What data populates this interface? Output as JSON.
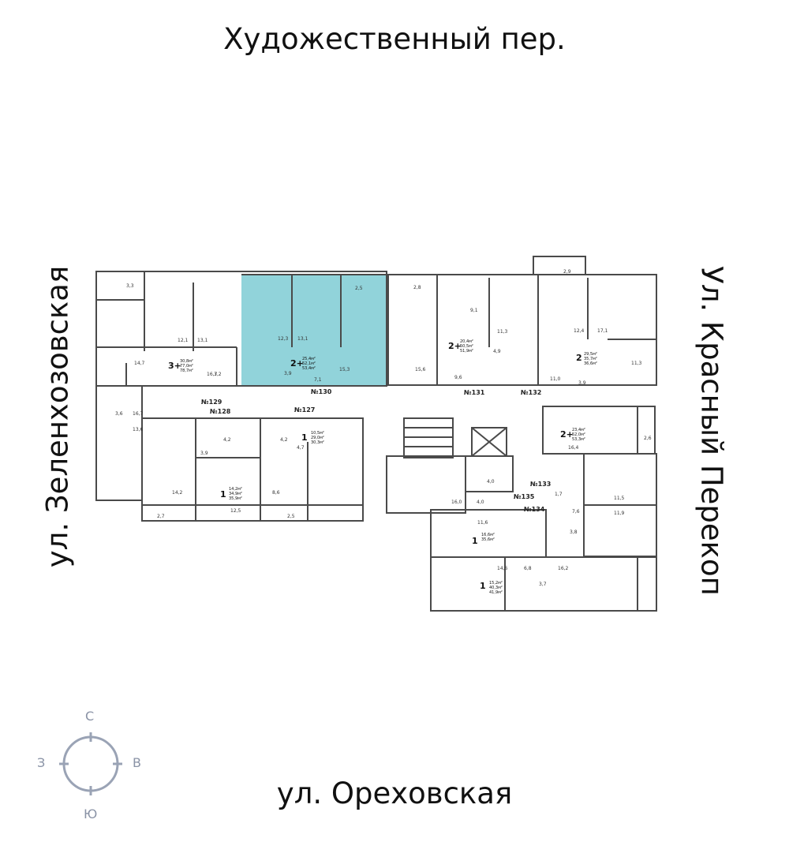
{
  "streets": {
    "top": "Художественный пер.",
    "left": "ул. Зеленхозовская",
    "right": "Ул. Красный Перекоп",
    "bottom": "ул. Ореховская"
  },
  "compass": {
    "north": "С",
    "south": "Ю",
    "west": "З",
    "east": "В"
  },
  "colors": {
    "highlight": "#7ecbd3",
    "wall": "#4a4a4a",
    "compass": "#9aa3b5"
  },
  "apartment_numbers": [
    "№129",
    "№128",
    "№127",
    "№130",
    "№131",
    "№132",
    "№133",
    "№135",
    "№134"
  ],
  "apartments": [
    {
      "rooms": "3+",
      "areas": [
        "30,8м²",
        "77,0м²",
        "78,7м²"
      ]
    },
    {
      "rooms": "2+",
      "areas": [
        "25,4м²",
        "52,1м²",
        "53,4м²"
      ],
      "highlighted": true
    },
    {
      "rooms": "2+",
      "areas": [
        "20,4м²",
        "50,5м²",
        "51,9м²"
      ]
    },
    {
      "rooms": "2",
      "areas": [
        "29,5м²",
        "35,7м²",
        "36,6м²"
      ]
    },
    {
      "rooms": "1",
      "areas": [
        "10,5м²",
        "29,0м²",
        "30,3м²"
      ]
    },
    {
      "rooms": "1",
      "areas": [
        "14,2м²",
        "34,9м²",
        "35,9м²"
      ]
    },
    {
      "rooms": "2+",
      "areas": [
        "23,4м²",
        "52,0м²",
        "53,3м²"
      ]
    },
    {
      "rooms": "1",
      "areas": [
        "16,6м²",
        "35,6м²",
        ""
      ]
    },
    {
      "rooms": "1",
      "areas": [
        "15,2м²",
        "40,3м²",
        "41,9м²"
      ]
    }
  ],
  "room_areas": [
    "3,3",
    "12,1",
    "13,1",
    "14,7",
    "16,7",
    "3,2",
    "3,6",
    "13,6",
    "16,7",
    "12,3",
    "13,1",
    "3,9",
    "7,1",
    "15,3",
    "2,5",
    "2,8",
    "15,6",
    "9,1",
    "11,3",
    "4,9",
    "9,6",
    "2,9",
    "12,4",
    "17,1",
    "11,3",
    "11,0",
    "3,9",
    "2,6",
    "16,4",
    "4,2",
    "3,9",
    "4,2",
    "4,7",
    "14,2",
    "2,7",
    "12,5",
    "8,6",
    "2,5",
    "4,0",
    "4,0",
    "16,0",
    "11,6",
    "1,7",
    "7,6",
    "11,5",
    "11,9",
    "3,8",
    "14,6",
    "6,8",
    "16,2",
    "3,7"
  ]
}
